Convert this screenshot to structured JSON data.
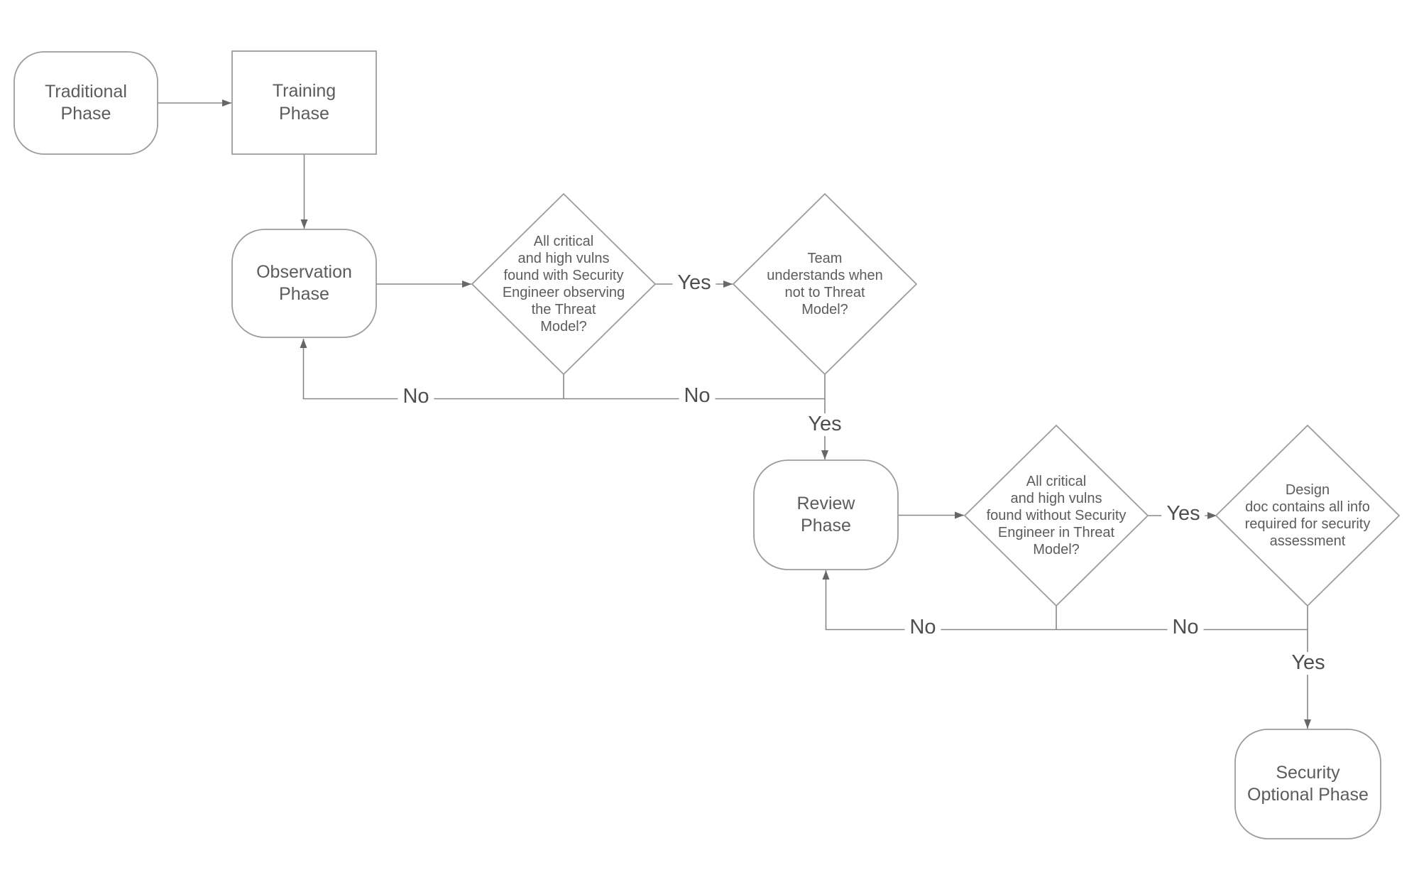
{
  "canvas": {
    "background": "#ffffff"
  },
  "colors": {
    "shape_fill": "#ffffff",
    "shape_stroke": "#9c9c9c",
    "connector": "#888888",
    "arrowhead": "#666666",
    "node_text": "#5c5c5c",
    "edge_label_text": "#4e4e4e"
  },
  "nodes": [
    {
      "id": "traditional-phase",
      "type": "terminator",
      "label": "Traditional\nPhase"
    },
    {
      "id": "training-phase",
      "type": "process",
      "label": "Training\nPhase"
    },
    {
      "id": "observation-phase",
      "type": "terminator",
      "label": "Observation\nPhase"
    },
    {
      "id": "decision-vulns-with-security-engineer",
      "type": "decision",
      "label": "All critical\nand high vulns\nfound with Security\nEngineer observing\nthe Threat\nModel?"
    },
    {
      "id": "decision-team-understands",
      "type": "decision",
      "label": "Team\nunderstands when\nnot to Threat\nModel?"
    },
    {
      "id": "review-phase",
      "type": "terminator",
      "label": "Review\nPhase"
    },
    {
      "id": "decision-vulns-without-security-engineer",
      "type": "decision",
      "label": "All critical\nand high vulns\nfound without Security\nEngineer in Threat\nModel?"
    },
    {
      "id": "decision-design-doc",
      "type": "decision",
      "label": "Design\ndoc contains all info\nrequired for security\nassessment"
    },
    {
      "id": "security-optional-phase",
      "type": "terminator",
      "label": "Security\nOptional Phase"
    }
  ],
  "edge_labels": [
    {
      "id": "yes-observation-decision",
      "text": "Yes"
    },
    {
      "id": "no-return-to-observation",
      "text": "No"
    },
    {
      "id": "no-team-decision",
      "text": "No"
    },
    {
      "id": "yes-to-review-phase",
      "text": "Yes"
    },
    {
      "id": "yes-review-decision",
      "text": "Yes"
    },
    {
      "id": "no-return-to-review",
      "text": "No"
    },
    {
      "id": "no-design-decision",
      "text": "No"
    },
    {
      "id": "yes-to-security-optional",
      "text": "Yes"
    }
  ]
}
